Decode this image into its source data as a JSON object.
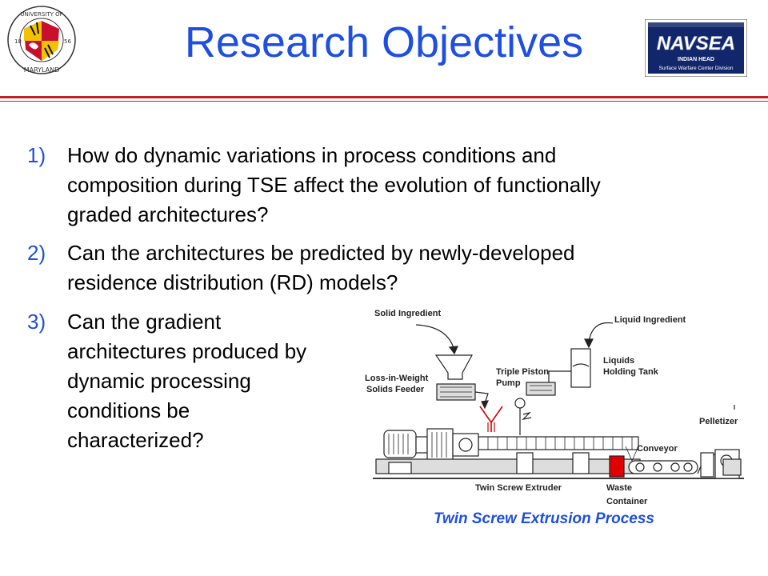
{
  "title": "Research Objectives",
  "logos": {
    "umd": {
      "top_text": "UNIVERSITY OF",
      "bottom_text": "MARYLAND",
      "year_left": "18",
      "year_right": "56"
    },
    "navsea": {
      "name": "NAVSEA",
      "line1": "INDIAN HEAD",
      "line2": "Surface Warfare Center Division"
    }
  },
  "objectives": [
    {
      "num": "1)",
      "text": "How do dynamic variations in process conditions and composition during TSE affect the evolution of functionally graded architectures?"
    },
    {
      "num": "2)",
      "text": "Can the architectures be predicted by newly-developed residence distribution (RD) models?"
    },
    {
      "num": "3)",
      "text": "Can the gradient architectures produced by dynamic processing conditions be characterized?"
    }
  ],
  "diagram": {
    "labels": {
      "solid": "Solid Ingredient",
      "liquid": "Liquid Ingredient",
      "liquids_tank_1": "Liquids",
      "liquids_tank_2": "Holding Tank",
      "triple_1": "Triple Piston",
      "triple_2": "Pump",
      "loss_1": "Loss-in-Weight",
      "loss_2": "Solids Feeder",
      "pelletizer": "Pelletizer",
      "conveyor": "Conveyor",
      "extruder": "Twin Screw Extruder",
      "waste_1": "Waste",
      "waste_2": "Container"
    },
    "caption": "Twin Screw Extrusion Process"
  },
  "colors": {
    "title": "#1f4fe0",
    "rule": "#c0202a",
    "number": "#1f4fe0",
    "caption": "#1f4fe0",
    "waste": "#e00000"
  }
}
